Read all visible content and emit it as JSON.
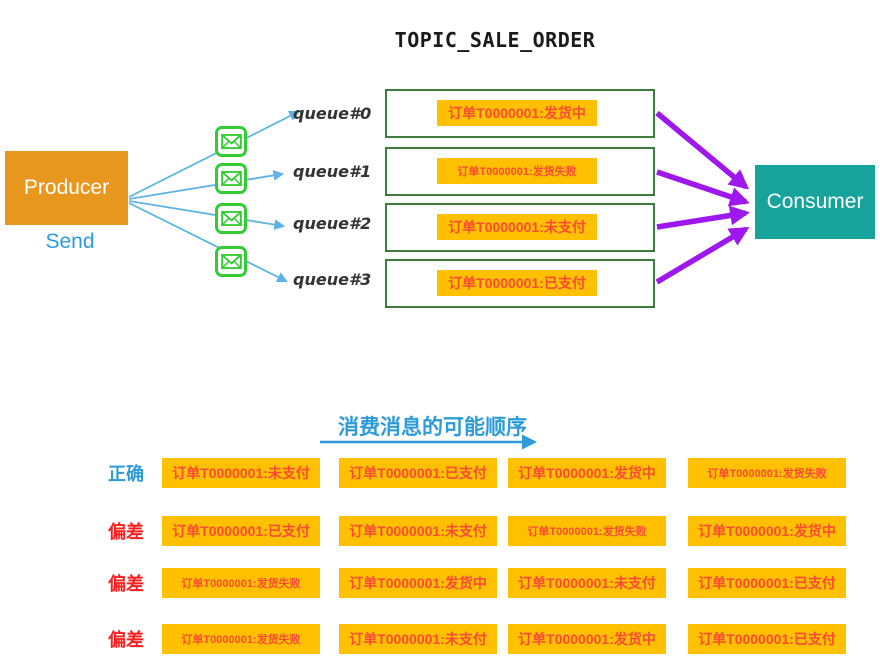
{
  "colors": {
    "producer_orange": "#E8971E",
    "consumer_teal": "#16A39C",
    "message_box_orange": "#FFC000",
    "message_text_red": "#FA4B36",
    "accent_blue": "#2E9BD9",
    "fan_line_blue": "#5FB3E4",
    "deviation_label_red": "#F81E1E",
    "queue_border_green": "#3E7D3E",
    "envelope_green": "#33CC33",
    "consume_arrow_purple": "#9E17EC"
  },
  "icons": {
    "envelope-icon": "✉"
  },
  "diagram": {
    "topic": "TOPIC_SALE_ORDER",
    "producer": {
      "label": "Producer",
      "action": "Send"
    },
    "consumer": {
      "label": "Consumer"
    },
    "queues": [
      {
        "name": "queue#0",
        "message": "订单T0000001:发货中"
      },
      {
        "name": "queue#1",
        "message": "订单T0000001:发货失败"
      },
      {
        "name": "queue#2",
        "message": "订单T0000001:未支付"
      },
      {
        "name": "queue#3",
        "message": "订单T0000001:已支付"
      }
    ]
  },
  "order_section": {
    "title": "消费消息的可能顺序",
    "rows": [
      {
        "label": "正确",
        "messages": [
          "订单T0000001:未支付",
          "订单T0000001:已支付",
          "订单T0000001:发货中",
          "订单T0000001:发货失败"
        ]
      },
      {
        "label": "偏差",
        "messages": [
          "订单T0000001:已支付",
          "订单T0000001:未支付",
          "订单T0000001:发货失败",
          "订单T0000001:发货中"
        ]
      },
      {
        "label": "偏差",
        "messages": [
          "订单T0000001:发货失败",
          "订单T0000001:发货中",
          "订单T0000001:未支付",
          "订单T0000001:已支付"
        ]
      },
      {
        "label": "偏差",
        "messages": [
          "订单T0000001:发货失败",
          "订单T0000001:未支付",
          "订单T0000001:发货中",
          "订单T0000001:已支付"
        ]
      }
    ]
  }
}
